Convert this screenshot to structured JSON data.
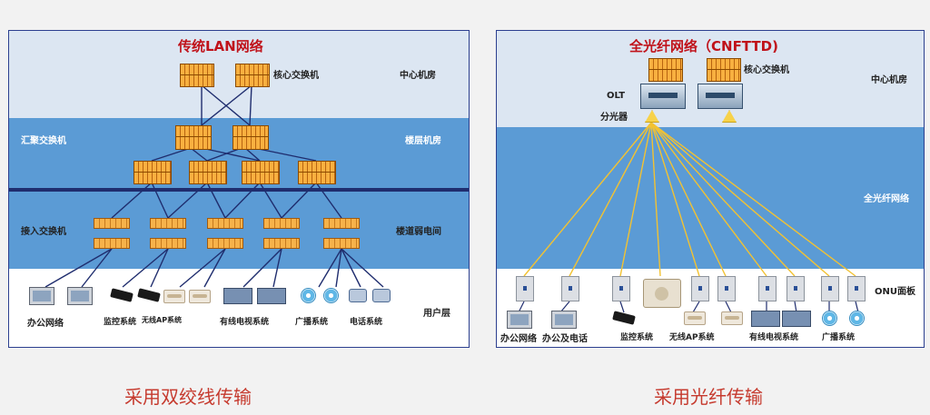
{
  "left": {
    "title": "传统LAN网络",
    "labels": {
      "core_switch": "核心交换机",
      "center_room": "中心机房",
      "aggregation_switch": "汇聚交换机",
      "floor_room": "楼层机房",
      "access_switch": "接入交换机",
      "corridor_room": "楼道弱电间",
      "user_layer": "用户层"
    },
    "devices": {
      "office": "办公网络",
      "surveillance": "监控系统",
      "wireless_ap": "无线AP系统",
      "cable_tv": "有线电视系统",
      "broadcast": "广播系统",
      "phone": "电话系统"
    },
    "caption": "采用双绞线传输"
  },
  "right": {
    "title": "全光纤网络（CNFTTD)",
    "labels": {
      "core_switch": "核心交换机",
      "center_room": "中心机房",
      "olt": "OLT",
      "splitter": "分光器",
      "all_fiber": "全光纤网络",
      "onu_panel": "ONU面板"
    },
    "devices": {
      "office": "办公网络",
      "office_phone": "办公及电话",
      "surveillance": "监控系统",
      "wireless_ap": "无线AP系统",
      "cable_tv": "有线电视系统",
      "broadcast": "广播系统"
    },
    "caption": "采用光纤传输"
  },
  "colors": {
    "title_red": "#c0121a",
    "caption_red": "#c63a2e",
    "band_blue": "#5b9bd5",
    "band_light": "#dce6f2",
    "link_navy": "#1f2d6e",
    "fiber_yellow": "#f2c232"
  }
}
